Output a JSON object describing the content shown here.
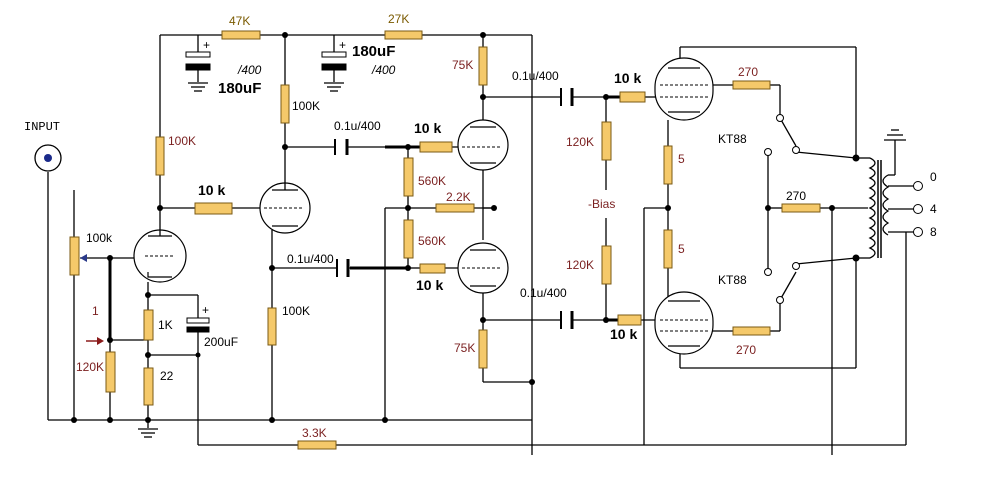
{
  "input_label": "INPUT",
  "labels": {
    "r_47k": "47K",
    "r_27k": "27K",
    "c_180_left_v": "/400",
    "c_180_left": "180uF",
    "c_180_mid": "180uF",
    "c_180_mid_v": "/400",
    "r_75k_top": "75K",
    "c_01_top_right": "0.1u/400",
    "r_10k_top_right": "10 k",
    "r_270_top": "270",
    "r_100k_left": "100K",
    "r_100k_mid": "100K",
    "c_01_mid": "0.1u/400",
    "r_10k_mid": "10 k",
    "r_120k_top": "120K",
    "kt88_top": "KT88",
    "r_10k_left": "10 k",
    "r_560k_a": "560K",
    "r_2_2k": "2.2K",
    "bias": "-Bias",
    "r_5_top": "5",
    "r_270_mid": "270",
    "r_560k_b": "560K",
    "pot_100k": "100k",
    "r_5_bot": "5",
    "c_01_bot_left": "0.1u/400",
    "r_10k_bot": "10 k",
    "r_120k_bot": "120K",
    "kt88_bot": "KT88",
    "c_01_bot_right": "0.1u/400",
    "r_1k": "1K",
    "c_200uf": "200uF",
    "r_75k_bot": "75K",
    "r_10k_bot_right": "10 k",
    "r_270_bot": "270",
    "node_1": "1",
    "r_120k_left": "120K",
    "r_22": "22",
    "r_100k_bot": "100K",
    "r_3_3k": "3.3K",
    "tap_0": "0",
    "tap_4": "4",
    "tap_8": "8"
  }
}
